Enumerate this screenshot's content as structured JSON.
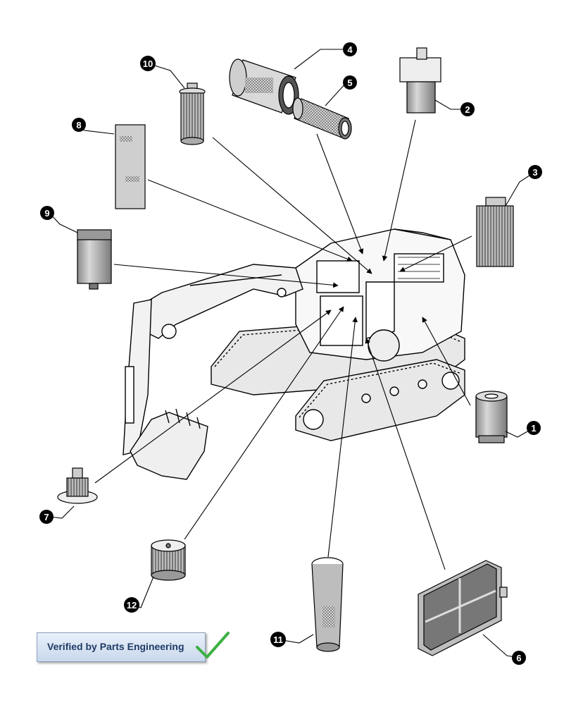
{
  "diagram": {
    "callouts": [
      "1",
      "2",
      "3",
      "4",
      "5",
      "6",
      "7",
      "8",
      "9",
      "10",
      "11",
      "12"
    ]
  },
  "badge": {
    "label": "Verified by Parts Engineering",
    "check_color": "#3cb043"
  },
  "colors": {
    "line": "#000000",
    "part_fill": "#cfcfcf",
    "part_dark": "#6f6f6f"
  }
}
